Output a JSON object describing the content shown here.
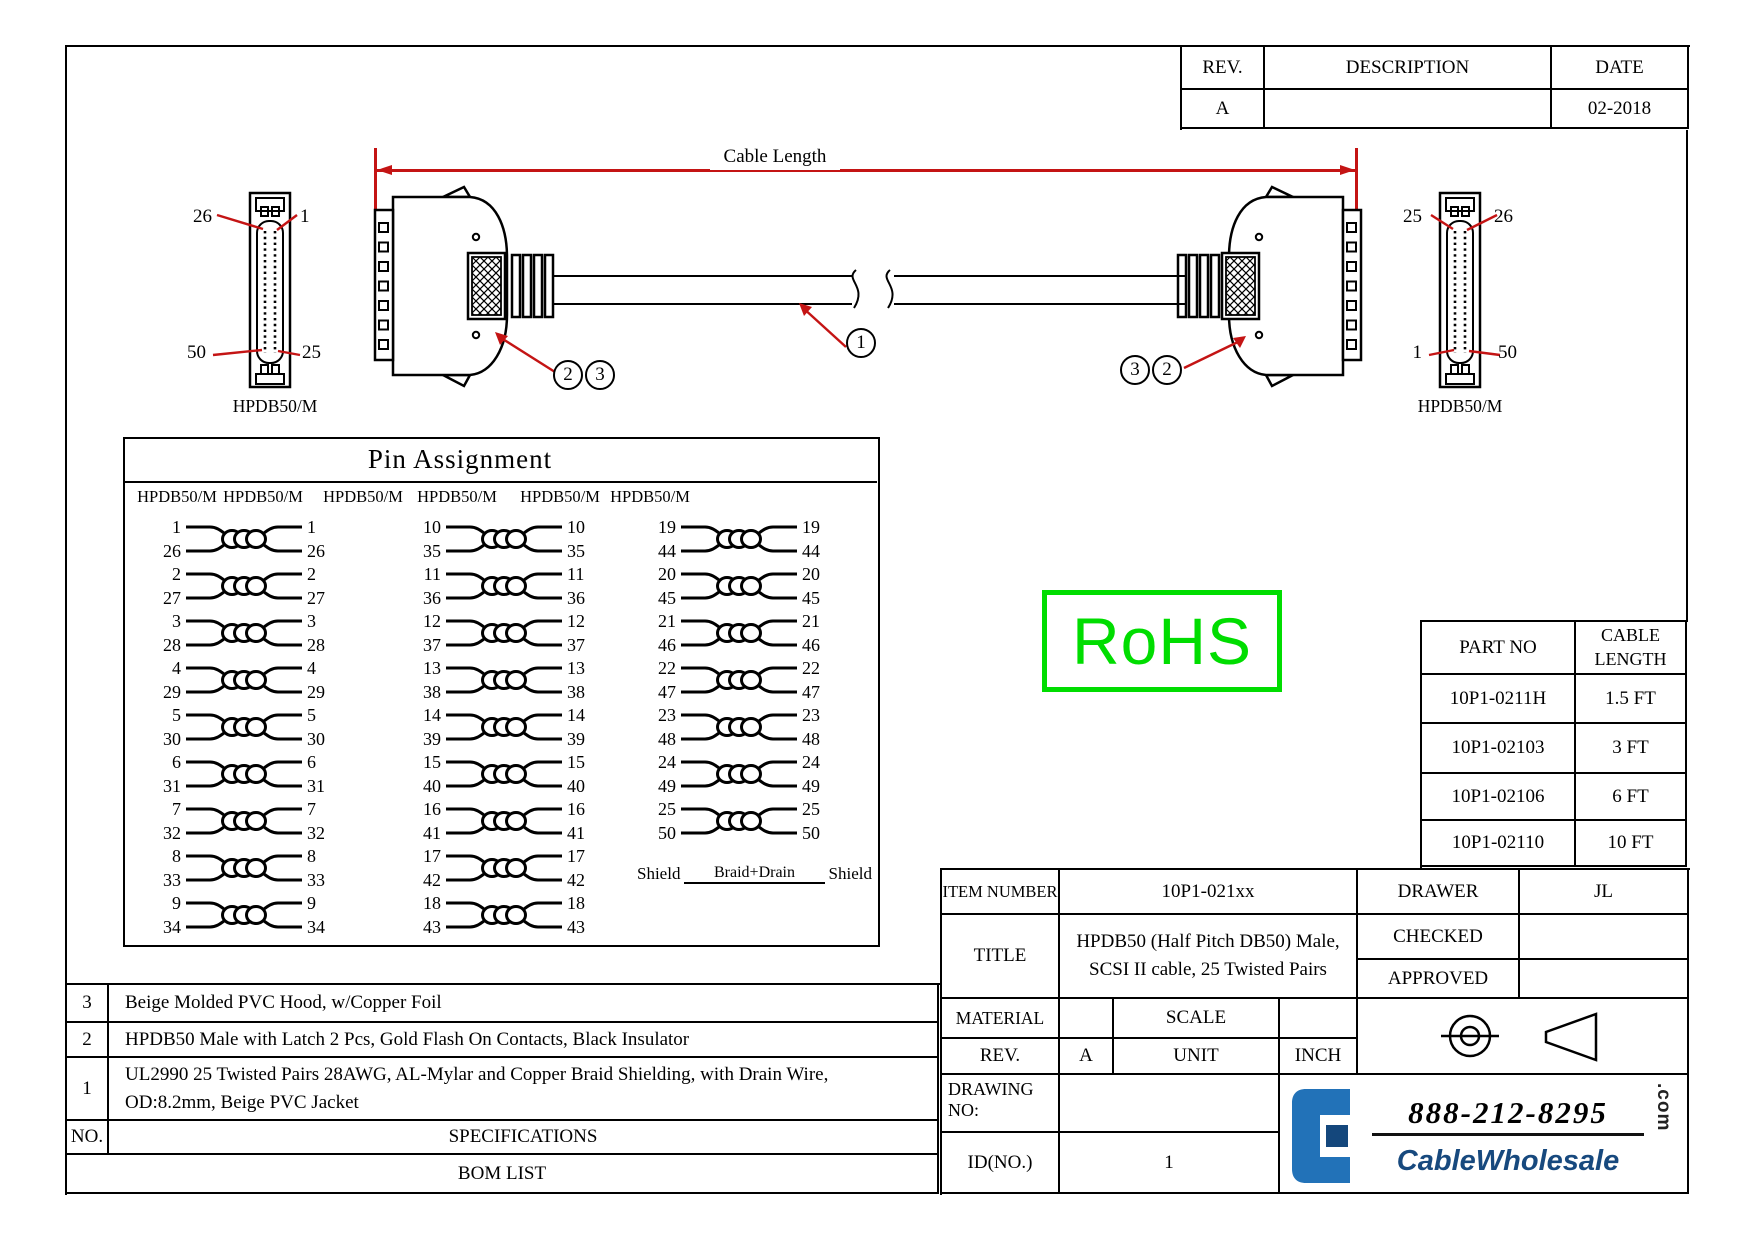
{
  "rev_table": {
    "rev_header": "REV.",
    "description_header": "DESCRIPTION",
    "date_header": "DATE",
    "rev": "A",
    "description": "",
    "date": "02-2018"
  },
  "cable_drawing": {
    "dimension_label": "Cable Length",
    "left_connector": {
      "caption": "HPDB50/M",
      "pin_top_left": "26",
      "pin_top_right": "1",
      "pin_bottom_left": "50",
      "pin_bottom_right": "25"
    },
    "right_connector": {
      "caption": "HPDB50/M",
      "pin_top_left": "25",
      "pin_top_right": "26",
      "pin_bottom_left": "1",
      "pin_bottom_right": "50"
    },
    "balloons": {
      "left": [
        "2",
        "3"
      ],
      "cable": "1",
      "right": [
        "3",
        "2"
      ]
    }
  },
  "pin_assignment": {
    "title": "Pin Assignment",
    "column_headers": [
      "HPDB50/M",
      "HPDB50/M",
      "HPDB50/M",
      "HPDB50/M",
      "HPDB50/M",
      "HPDB50/M"
    ],
    "columns": [
      {
        "pairs": [
          [
            "1",
            "26"
          ],
          [
            "2",
            "27"
          ],
          [
            "3",
            "28"
          ],
          [
            "4",
            "29"
          ],
          [
            "5",
            "30"
          ],
          [
            "6",
            "31"
          ],
          [
            "7",
            "32"
          ],
          [
            "8",
            "33"
          ],
          [
            "9",
            "34"
          ]
        ]
      },
      {
        "pairs": [
          [
            "10",
            "35"
          ],
          [
            "11",
            "36"
          ],
          [
            "12",
            "37"
          ],
          [
            "13",
            "38"
          ],
          [
            "14",
            "39"
          ],
          [
            "15",
            "40"
          ],
          [
            "16",
            "41"
          ],
          [
            "17",
            "42"
          ],
          [
            "18",
            "43"
          ]
        ]
      },
      {
        "pairs": [
          [
            "19",
            "44"
          ],
          [
            "20",
            "45"
          ],
          [
            "21",
            "46"
          ],
          [
            "22",
            "47"
          ],
          [
            "23",
            "48"
          ],
          [
            "24",
            "49"
          ],
          [
            "25",
            "50"
          ]
        ]
      }
    ],
    "shield_row": {
      "left": "Shield",
      "center": "Braid+Drain",
      "right": "Shield"
    }
  },
  "rohs_label": "RoHS",
  "part_table": {
    "part_header": "PART NO",
    "length_header": "CABLE\nLENGTH",
    "rows": [
      [
        "10P1-0211H",
        "1.5 FT"
      ],
      [
        "10P1-02103",
        "3 FT"
      ],
      [
        "10P1-02106",
        "6 FT"
      ],
      [
        "10P1-02110",
        "10 FT"
      ]
    ]
  },
  "bom_table": {
    "rows": [
      {
        "no": "3",
        "spec": "Beige Molded PVC Hood, w/Copper Foil"
      },
      {
        "no": "2",
        "spec": "HPDB50 Male with Latch 2 Pcs, Gold Flash On Contacts, Black Insulator"
      },
      {
        "no": "1",
        "spec": "UL2990 25 Twisted Pairs 28AWG, AL-Mylar and Copper Braid  Shielding, with Drain Wire,\nOD:8.2mm, Beige PVC Jacket"
      }
    ],
    "no_header": "NO.",
    "spec_header": "SPECIFICATIONS",
    "footer": "BOM LIST"
  },
  "title_block": {
    "item_number_label": "ITEM NUMBER",
    "item_number": "10P1-021xx",
    "drawer_label": "DRAWER",
    "drawer": "JL",
    "title_label": "TITLE",
    "title": "HPDB50 (Half Pitch DB50) Male,\nSCSI II cable, 25 Twisted Pairs",
    "checked_label": "CHECKED",
    "approved_label": "APPROVED",
    "material_label": "MATERIAL",
    "scale_label": "SCALE",
    "rev_label": "REV.",
    "rev": "A",
    "unit_label": "UNIT",
    "unit": "INCH",
    "drawing_no_label": "DRAWING NO:",
    "id_label": "ID(NO.)",
    "id": "1"
  },
  "logo": {
    "phone": "888-212-8295",
    "company": "CableWholesale",
    "tld": ".com"
  },
  "colors": {
    "red": "#c41414",
    "green": "#00dd00",
    "blue": "#2272b8"
  }
}
